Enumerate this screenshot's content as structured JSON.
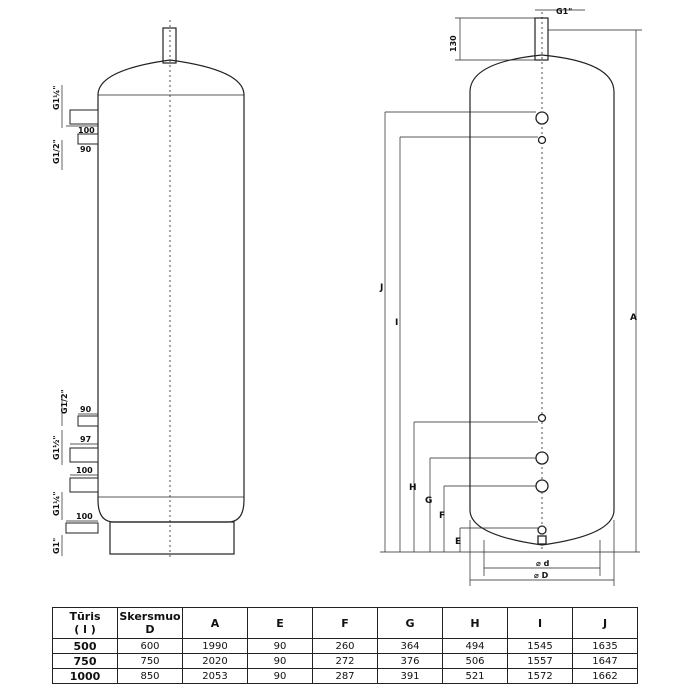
{
  "left_view": {
    "pipe_labels": [
      "G1¼\"",
      "G1/2\"",
      "G1/2\"",
      "G1½\"",
      "G1¼\"",
      "G1\""
    ],
    "dim_labels": [
      "100",
      "90",
      "90",
      "97",
      "100",
      "100"
    ]
  },
  "right_view": {
    "top_pipe_label": "G1\"",
    "top_height": "130",
    "letters": {
      "A": "A",
      "J": "J",
      "I": "I",
      "H": "H",
      "G": "G",
      "F": "F",
      "E": "E"
    },
    "d_small": "⌀ d",
    "d_large": "⌀ D"
  },
  "table": {
    "headers": [
      {
        "line1": "Tūris",
        "line2": "( l )"
      },
      {
        "line1": "Skersmuo",
        "line2": "D"
      },
      {
        "line1": "A",
        "line2": ""
      },
      {
        "line1": "E",
        "line2": ""
      },
      {
        "line1": "F",
        "line2": ""
      },
      {
        "line1": "G",
        "line2": ""
      },
      {
        "line1": "H",
        "line2": ""
      },
      {
        "line1": "I",
        "line2": ""
      },
      {
        "line1": "J",
        "line2": ""
      }
    ],
    "rows": [
      [
        "500",
        "600",
        "1990",
        "90",
        "260",
        "364",
        "494",
        "1545",
        "1635"
      ],
      [
        "750",
        "750",
        "2020",
        "90",
        "272",
        "376",
        "506",
        "1557",
        "1647"
      ],
      [
        "1000",
        "850",
        "2053",
        "90",
        "287",
        "391",
        "521",
        "1572",
        "1662"
      ]
    ]
  }
}
